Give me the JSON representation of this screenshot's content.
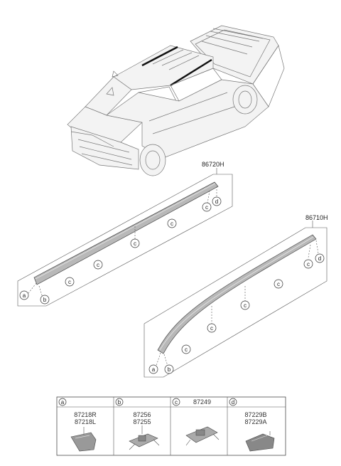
{
  "assemblies": [
    {
      "part_number": "86720H"
    },
    {
      "part_number": "86710H"
    }
  ],
  "callouts": {
    "a": "a",
    "b": "b",
    "c": "c",
    "d": "d"
  },
  "legend": [
    {
      "letter": "a",
      "parts": [
        "87218R",
        "87218L"
      ]
    },
    {
      "letter": "b",
      "parts": [
        "87256",
        "87255"
      ]
    },
    {
      "letter": "c",
      "parts": [
        "87249"
      ]
    },
    {
      "letter": "d",
      "parts": [
        "87229B",
        "87229A"
      ]
    }
  ]
}
